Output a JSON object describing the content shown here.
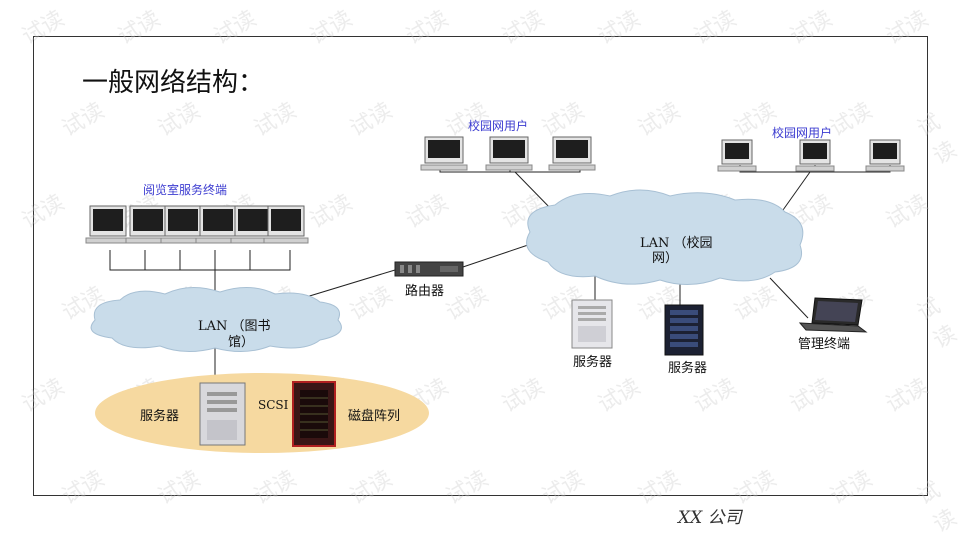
{
  "title": "一般网络结构：",
  "footer": "XX 公司",
  "watermark": "试读",
  "labels": {
    "reading_room": "阅览室服务终端",
    "campus_users_1": "校园网用户",
    "campus_users_2": "校园网用户",
    "router": "路由器",
    "lan_library_line1": "LAN （图书",
    "lan_library_line2": "馆）",
    "lan_campus_line1": "LAN （校园",
    "lan_campus_line2": "网）",
    "server_1": "服务器",
    "server_2": "服务器",
    "server_3": "服务器",
    "scsi": "SCSI",
    "disk_array": "磁盘阵列",
    "mgmt_terminal": "管理终端"
  },
  "colors": {
    "cloud_fill": "#c9dcea",
    "cloud_stroke": "#a8c0d4",
    "ellipse_fill": "#f6d9a0",
    "label_blue": "#3b3bd0"
  }
}
